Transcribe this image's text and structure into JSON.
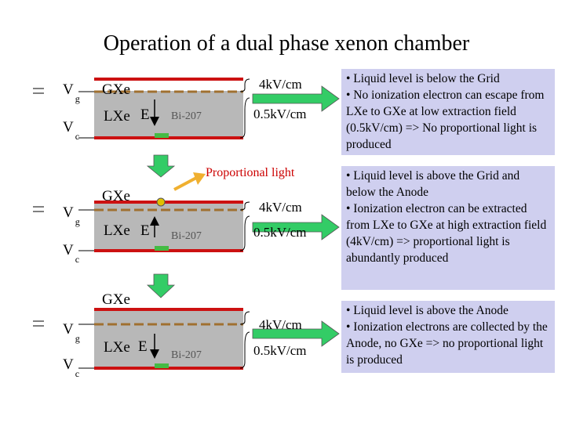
{
  "title": "Operation of a dual phase xenon chamber",
  "panels": [
    {
      "gxe": "GXe",
      "lxe": "LXe",
      "e": "E",
      "source": "Bi-207",
      "vg": "V",
      "vg_sub": "g",
      "vc": "V",
      "vc_sub": "c",
      "field_high": "4kV/cm",
      "field_low": "0.5kV/cm",
      "note": "• Liquid level is below the Grid\n• No ionization electron can escape from LXe to GXe at low extraction field (0.5kV/cm) => No proportional light is produced"
    },
    {
      "gxe": "GXe",
      "lxe": "LXe",
      "e": "E",
      "source": "Bi-207",
      "vg": "V",
      "vg_sub": "g",
      "vc": "V",
      "vc_sub": "c",
      "field_high": "4kV/cm",
      "field_low": "0.5kV/cm",
      "note": "• Liquid level is above the Grid and below the Anode\n• Ionization electron can be extracted from LXe to GXe at high extraction field (4kV/cm) => proportional light is abundantly produced"
    },
    {
      "gxe": "GXe",
      "lxe": "LXe",
      "e": "E",
      "source": "Bi-207",
      "vg": "V",
      "vg_sub": "g",
      "vc": "V",
      "vc_sub": "c",
      "field_high": "4kV/cm",
      "field_low": "0.5kV/cm",
      "note": "• Liquid level is above the Anode\n• Ionization electrons are collected by the Anode, no GXe => no proportional light is produced"
    }
  ],
  "proportional_light": "Proportional light",
  "colors": {
    "electrode": "#cc1111",
    "grid": "#a07030",
    "liquid": "#b8b8b8",
    "source": "#44bb44",
    "arrow": "#33cc66",
    "note_bg": "#cfcfef",
    "light_arrow": "#f0b030"
  }
}
